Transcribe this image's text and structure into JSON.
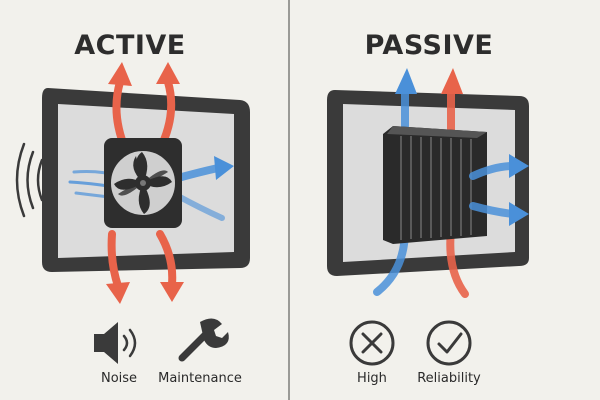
{
  "active": {
    "title": "ACTIVE",
    "labels": {
      "noise": "Noise",
      "maintenance": "Maintenance"
    },
    "icons": [
      "sound-waves-icon",
      "fan-icon",
      "speaker-icon",
      "wrench-icon"
    ]
  },
  "passive": {
    "title": "PASSIVE",
    "labels": {
      "high": "High",
      "reliability": "Reliability"
    },
    "icons": [
      "heatsink-icon",
      "x-circle-icon",
      "check-circle-icon"
    ]
  },
  "colors": {
    "hot": "#e8634a",
    "cool": "#4a90d9",
    "background": "#f2f1ec",
    "frame": "#3a3a3a",
    "screen": "#d9d9d9",
    "icon": "#3a3a3a"
  }
}
